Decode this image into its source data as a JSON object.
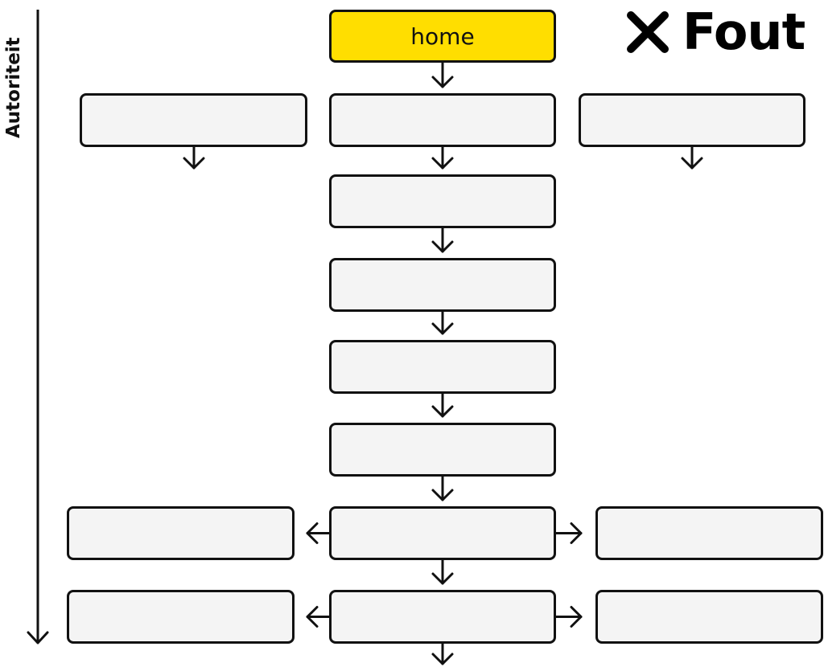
{
  "colors": {
    "stroke": "#111111",
    "box_fill": "#f4f4f4",
    "highlight_fill": "#ffde00",
    "background": "#ffffff"
  },
  "axis": {
    "label": "Autoriteit",
    "direction": "down"
  },
  "verdict": {
    "icon": "x-mark-icon",
    "label": "Fout"
  },
  "nodes": [
    {
      "id": "home",
      "label": "home",
      "highlight": true
    },
    {
      "id": "r1-left",
      "label": ""
    },
    {
      "id": "r1-center",
      "label": ""
    },
    {
      "id": "r1-right",
      "label": ""
    },
    {
      "id": "r2",
      "label": ""
    },
    {
      "id": "r3",
      "label": ""
    },
    {
      "id": "r4",
      "label": ""
    },
    {
      "id": "r5",
      "label": ""
    },
    {
      "id": "r6-left",
      "label": ""
    },
    {
      "id": "r6-center",
      "label": ""
    },
    {
      "id": "r6-right",
      "label": ""
    },
    {
      "id": "r7-left",
      "label": ""
    },
    {
      "id": "r7-center",
      "label": ""
    },
    {
      "id": "r7-right",
      "label": ""
    }
  ],
  "edges": [
    {
      "from": "home",
      "to": "r1-center"
    },
    {
      "from": "r1-left",
      "to": null
    },
    {
      "from": "r1-center",
      "to": "r2"
    },
    {
      "from": "r1-right",
      "to": null
    },
    {
      "from": "r2",
      "to": "r3"
    },
    {
      "from": "r3",
      "to": "r4"
    },
    {
      "from": "r4",
      "to": "r5"
    },
    {
      "from": "r5",
      "to": "r6-center"
    },
    {
      "from": "r6-center",
      "to": "r6-left"
    },
    {
      "from": "r6-center",
      "to": "r6-right"
    },
    {
      "from": "r6-center",
      "to": "r7-center"
    },
    {
      "from": "r7-center",
      "to": "r7-left"
    },
    {
      "from": "r7-center",
      "to": "r7-right"
    },
    {
      "from": "r7-center",
      "to": null
    }
  ]
}
